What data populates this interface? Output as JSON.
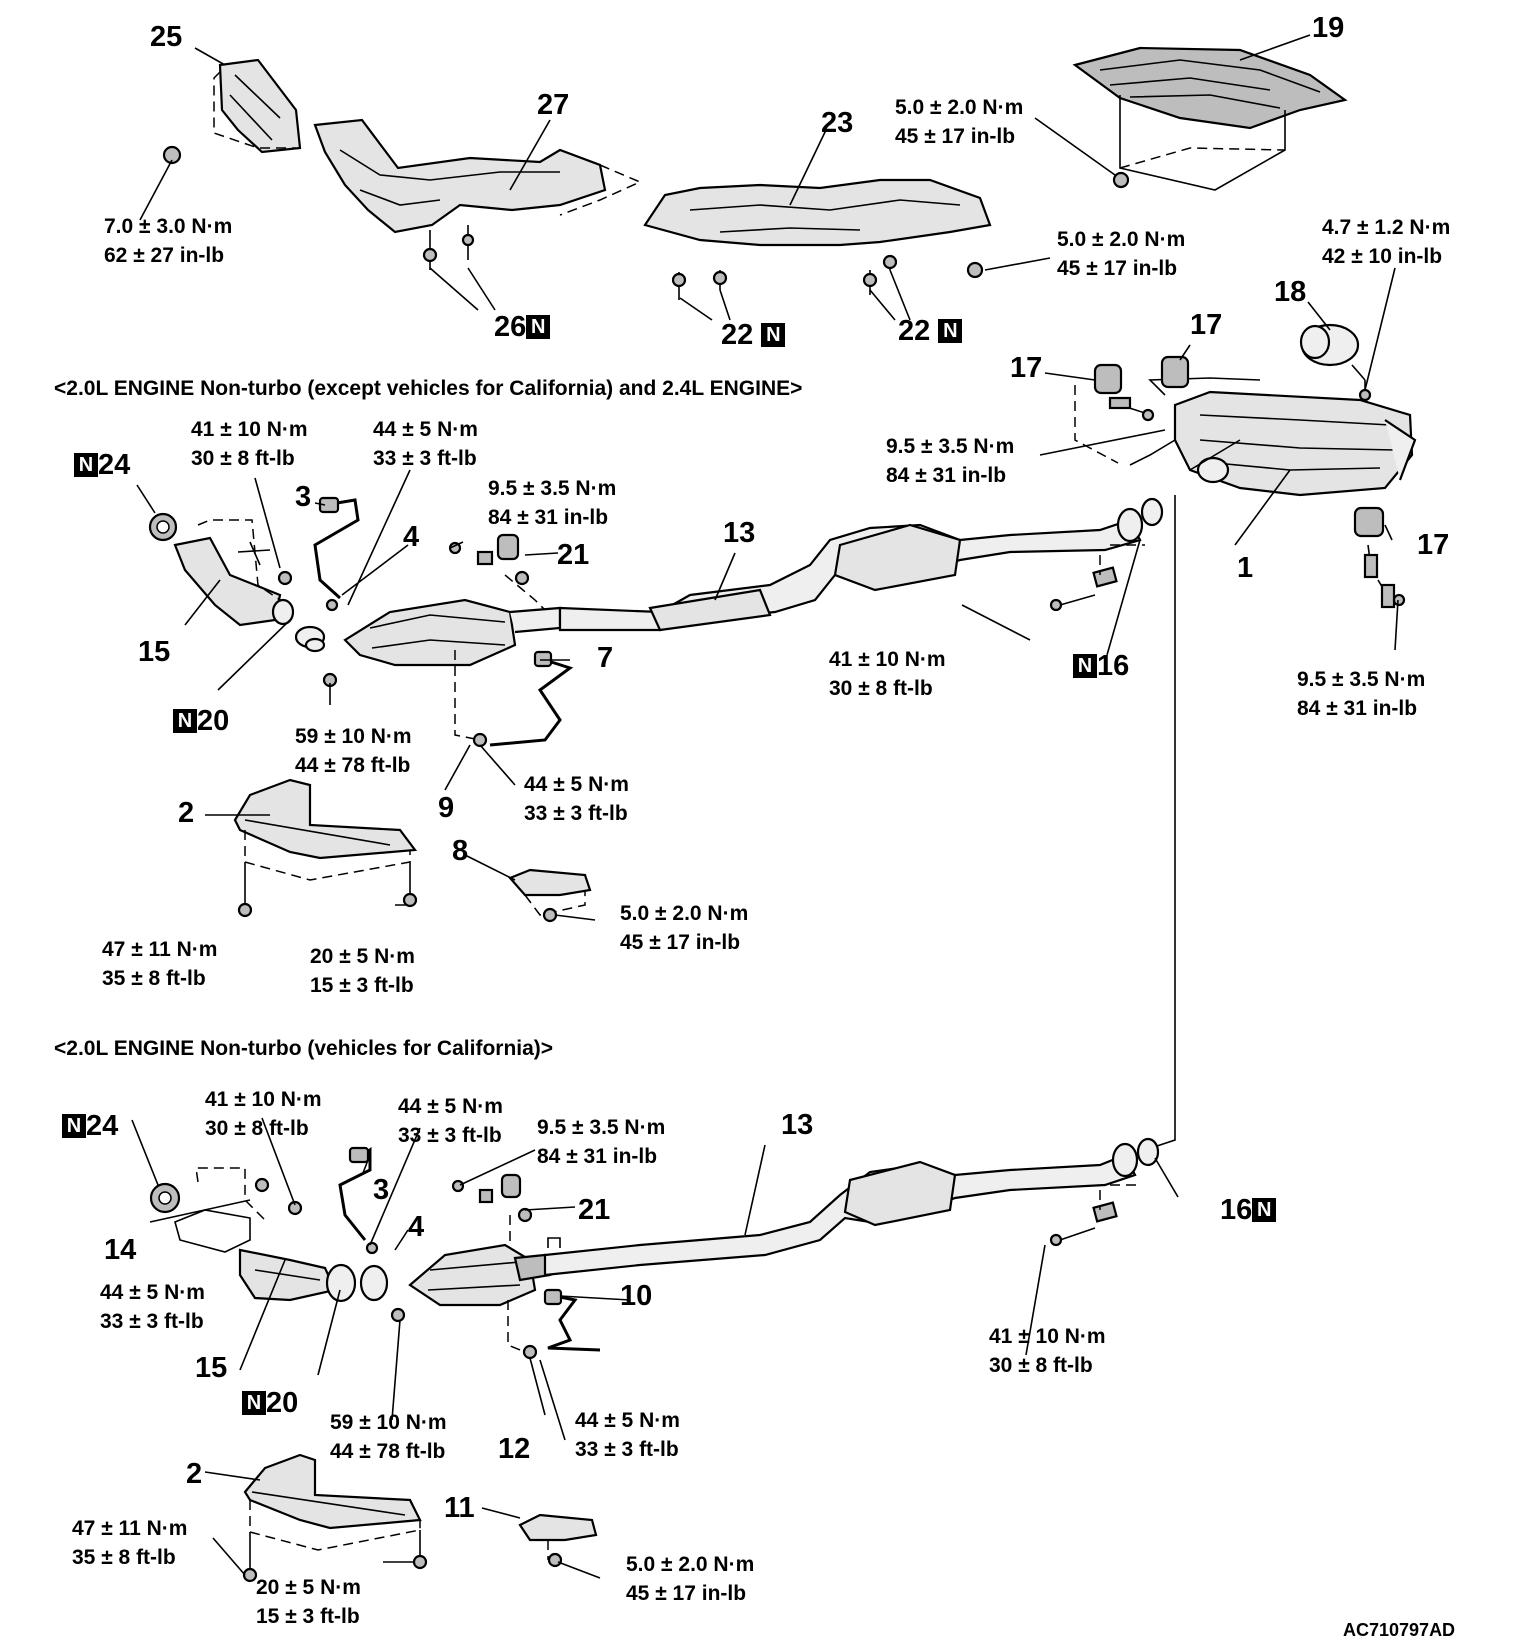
{
  "drawing_code": "AC710797AD",
  "n_mark": "N",
  "headers": {
    "top_variant": "<2.0L ENGINE Non-turbo (except vehicles for California) and 2.4L ENGINE>",
    "bottom_variant": "<2.0L ENGINE Non-turbo (vehicles for California)>"
  },
  "heat_shield_section": {
    "parts": {
      "p25": "25",
      "p27": "27",
      "p23": "23",
      "p19": "19",
      "p26": "26",
      "p22a": "22",
      "p22b": "22",
      "p18": "18",
      "p17a": "17",
      "p17b": "17",
      "p17c": "17",
      "p1": "1"
    },
    "torques": {
      "t25": [
        "7.0 ± 3.0 N·m",
        "62 ± 27 in-lb"
      ],
      "t19": [
        "5.0 ± 2.0 N·m",
        "45 ± 17 in-lb"
      ],
      "t23": [
        "5.0 ± 2.0 N·m",
        "45 ± 17 in-lb"
      ],
      "t18": [
        "4.7 ± 1.2 N·m",
        "42 ± 10 in-lb"
      ],
      "t17a": [
        "9.5 ± 3.5 N·m",
        "84 ± 31 in-lb"
      ],
      "t17b": [
        "9.5 ± 3.5 N·m",
        "84 ± 31 in-lb"
      ]
    }
  },
  "top_section": {
    "parts": {
      "p24": "24",
      "p3": "3",
      "p4": "4",
      "p21": "21",
      "p13": "13",
      "p15": "15",
      "p20": "20",
      "p7": "7",
      "p9": "9",
      "p16": "16",
      "p2": "2",
      "p8": "8"
    },
    "torques": {
      "t3": [
        "41 ± 10 N·m",
        "30 ± 8 ft-lb"
      ],
      "t4": [
        "44 ± 5 N·m",
        "33 ± 3 ft-lb"
      ],
      "t21": [
        "9.5 ± 3.5 N·m",
        "84 ± 31 in-lb"
      ],
      "t16": [
        "41 ± 10 N·m",
        "30 ± 8 ft-lb"
      ],
      "t20": [
        "59 ± 10 N·m",
        "44 ± 78 ft-lb"
      ],
      "t9": [
        "44 ± 5 N·m",
        "33 ± 3 ft-lb"
      ],
      "t2a": [
        "47 ± 11 N·m",
        "35 ± 8 ft-lb"
      ],
      "t2b": [
        "20 ± 5 N·m",
        "15 ± 3 ft-lb"
      ],
      "t8": [
        "5.0 ± 2.0 N·m",
        "45 ± 17 in-lb"
      ]
    }
  },
  "bottom_section": {
    "parts": {
      "p24": "24",
      "p3": "3",
      "p4": "4",
      "p21": "21",
      "p13": "13",
      "p16": "16",
      "p14": "14",
      "p15": "15",
      "p20": "20",
      "p10": "10",
      "p12": "12",
      "p2": "2",
      "p11": "11"
    },
    "torques": {
      "t3": [
        "41 ± 10 N·m",
        "30 ± 8 ft-lb"
      ],
      "t4": [
        "44 ± 5 N·m",
        "33 ± 3 ft-lb"
      ],
      "t21": [
        "9.5 ± 3.5 N·m",
        "84 ± 31 in-lb"
      ],
      "t14": [
        "44 ± 5 N·m",
        "33 ± 3 ft-lb"
      ],
      "t16": [
        "41 ± 10 N·m",
        "30 ± 8 ft-lb"
      ],
      "t20": [
        "59 ± 10 N·m",
        "44 ± 78 ft-lb"
      ],
      "t12": [
        "44 ± 5 N·m",
        "33 ± 3 ft-lb"
      ],
      "t2a": [
        "47 ± 11 N·m",
        "35 ± 8 ft-lb"
      ],
      "t2b": [
        "20 ± 5 N·m",
        "15 ± 3 ft-lb"
      ],
      "t11": [
        "5.0 ± 2.0 N·m",
        "45 ± 17 in-lb"
      ]
    }
  }
}
